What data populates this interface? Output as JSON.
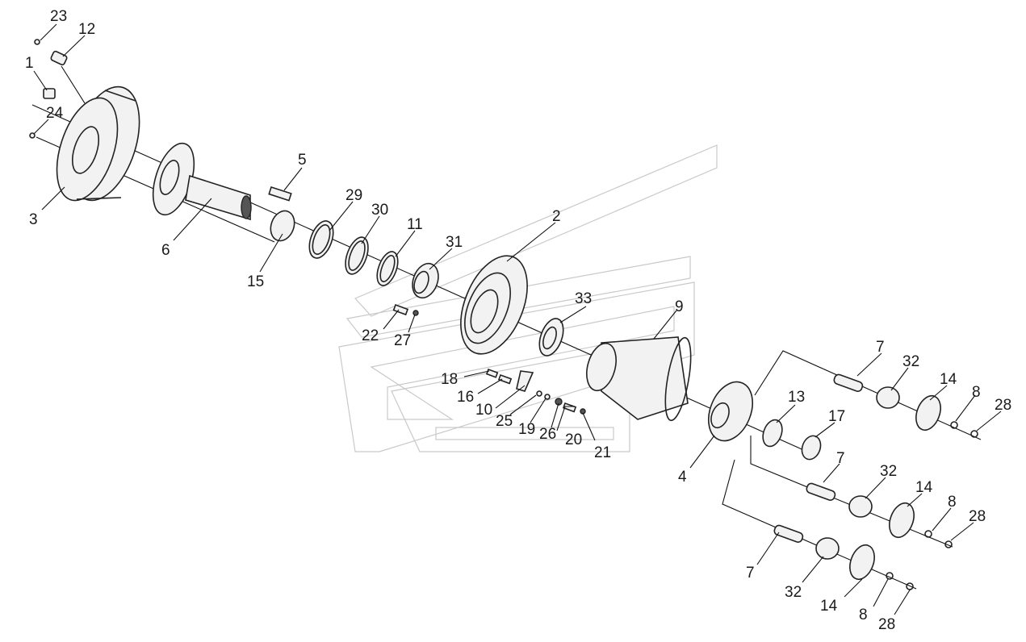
{
  "diagram": {
    "type": "exploded-parts-view",
    "callouts": [
      {
        "id": "c23",
        "text": "23"
      },
      {
        "id": "c12",
        "text": "12"
      },
      {
        "id": "c1",
        "text": "1"
      },
      {
        "id": "c24",
        "text": "24"
      },
      {
        "id": "c3",
        "text": "3"
      },
      {
        "id": "c5",
        "text": "5"
      },
      {
        "id": "c6",
        "text": "6"
      },
      {
        "id": "c29",
        "text": "29"
      },
      {
        "id": "c30",
        "text": "30"
      },
      {
        "id": "c15",
        "text": "15"
      },
      {
        "id": "c11",
        "text": "11"
      },
      {
        "id": "c31",
        "text": "31"
      },
      {
        "id": "c2",
        "text": "2"
      },
      {
        "id": "c33",
        "text": "33"
      },
      {
        "id": "c9",
        "text": "9"
      },
      {
        "id": "c22",
        "text": "22"
      },
      {
        "id": "c27",
        "text": "27"
      },
      {
        "id": "c18",
        "text": "18"
      },
      {
        "id": "c16",
        "text": "16"
      },
      {
        "id": "c10",
        "text": "10"
      },
      {
        "id": "c25",
        "text": "25"
      },
      {
        "id": "c19",
        "text": "19"
      },
      {
        "id": "c26",
        "text": "26"
      },
      {
        "id": "c20",
        "text": "20"
      },
      {
        "id": "c21",
        "text": "21"
      },
      {
        "id": "c7a",
        "text": "7"
      },
      {
        "id": "c32a",
        "text": "32"
      },
      {
        "id": "c14a",
        "text": "14"
      },
      {
        "id": "c8a",
        "text": "8"
      },
      {
        "id": "c28a",
        "text": "28"
      },
      {
        "id": "c13",
        "text": "13"
      },
      {
        "id": "c17",
        "text": "17"
      },
      {
        "id": "c4",
        "text": "4"
      },
      {
        "id": "c7b",
        "text": "7"
      },
      {
        "id": "c32b",
        "text": "32"
      },
      {
        "id": "c14b",
        "text": "14"
      },
      {
        "id": "c8b",
        "text": "8"
      },
      {
        "id": "c28b",
        "text": "28"
      },
      {
        "id": "c7c",
        "text": "7"
      },
      {
        "id": "c32c",
        "text": "32"
      },
      {
        "id": "c14c",
        "text": "14"
      },
      {
        "id": "c8c",
        "text": "8"
      },
      {
        "id": "c28c",
        "text": "28"
      }
    ]
  }
}
